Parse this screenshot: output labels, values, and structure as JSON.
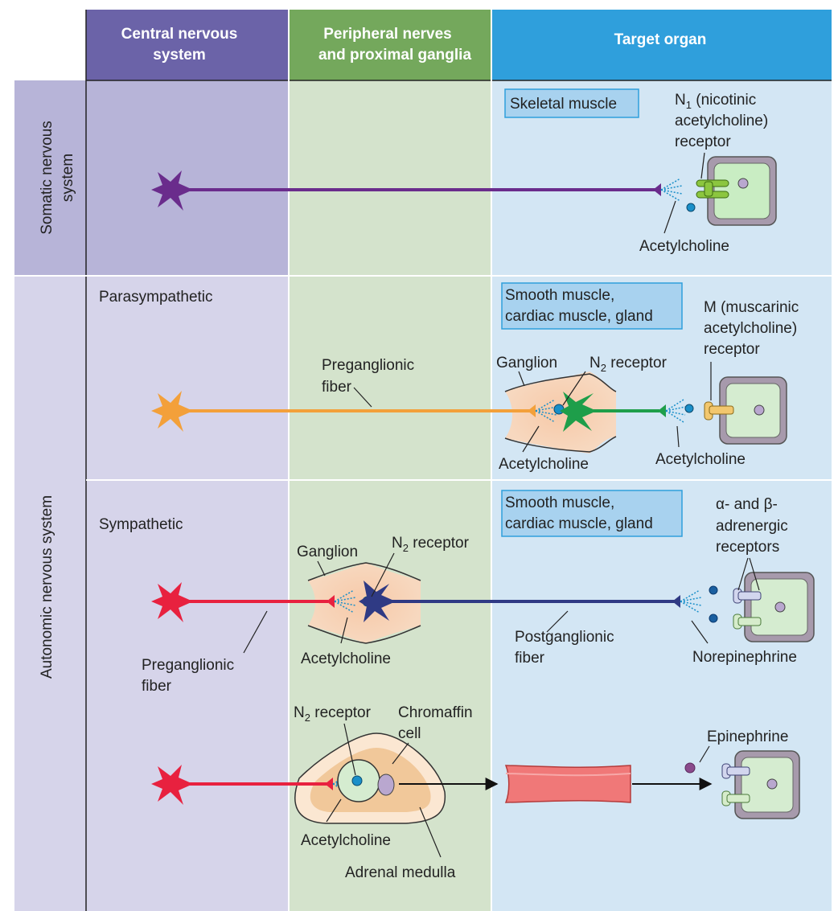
{
  "headers": {
    "cns": [
      "Central nervous",
      "system"
    ],
    "pns": [
      "Peripheral nerves",
      "and proximal ganglia"
    ],
    "target": "Target organ"
  },
  "side_labels": {
    "somatic": [
      "Somatic nervous",
      "system"
    ],
    "autonomic": "Autonomic nervous system"
  },
  "somatic": {
    "target_box": "Skeletal muscle",
    "receptor_label": [
      "N",
      "1",
      " (nicotinic",
      "acetylcholine)",
      "receptor"
    ],
    "transmitter": "Acetylcholine"
  },
  "parasympathetic": {
    "title": "Parasympathetic",
    "target_box": [
      "Smooth muscle,",
      "cardiac muscle, gland"
    ],
    "receptor_label": [
      "M (muscarinic",
      "acetylcholine)",
      "receptor"
    ],
    "preganglionic": [
      "Preganglionic",
      "fiber"
    ],
    "ganglion": "Ganglion",
    "n2_receptor": [
      "N",
      "2",
      " receptor"
    ],
    "ganglion_transmitter": "Acetylcholine",
    "target_transmitter": "Acetylcholine"
  },
  "sympathetic": {
    "title": "Sympathetic",
    "target_box": [
      "Smooth muscle,",
      "cardiac muscle, gland"
    ],
    "receptor_label": [
      "α- and β-",
      "adrenergic",
      "receptors"
    ],
    "ganglion": "Ganglion",
    "n2_receptor": [
      "N",
      "2",
      " receptor"
    ],
    "ganglion_transmitter": "Acetylcholine",
    "preganglionic": [
      "Preganglionic",
      "fiber"
    ],
    "postganglionic": [
      "Postganglionic",
      "fiber"
    ],
    "target_transmitter": "Norepinephrine"
  },
  "adrenal": {
    "n2_receptor": [
      "N",
      "2",
      " receptor"
    ],
    "chromaffin": [
      "Chromaffin",
      "cell"
    ],
    "transmitter": "Acetylcholine",
    "medulla": "Adrenal medulla",
    "hormone": "Epinephrine"
  },
  "colors": {
    "cns_header": "#6b63a8",
    "pns_header": "#74a85c",
    "target_header": "#2f9fdc",
    "cns_fill_dark": "#b7b4d8",
    "cns_fill_light": "#d6d4ea",
    "pns_fill": "#d4e3cc",
    "target_fill": "#d3e6f4",
    "somatic_neuron": "#6a2c8c",
    "parasympathetic_pre": "#f3a03a",
    "parasympathetic_post": "#1e9e4a",
    "sympathetic_pre": "#e8213f",
    "sympathetic_post": "#2f3a84",
    "blood_vessel": "#f07878"
  }
}
